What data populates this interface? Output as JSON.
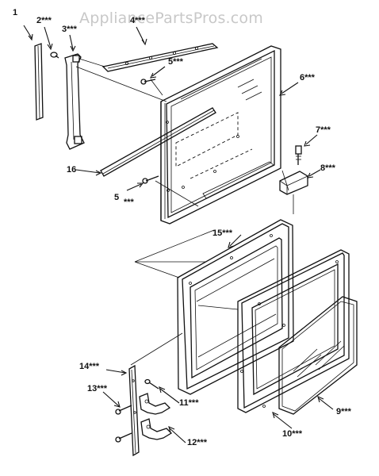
{
  "watermark": "AppliancePartsPros.com",
  "callouts": {
    "c1": "1",
    "c2": "2***",
    "c3": "3***",
    "c4": "4***",
    "c5a": "5***",
    "c5b_num": "5",
    "c5b_stars": "***",
    "c6": "6***",
    "c7": "7***",
    "c8": "8***",
    "c9": "9***",
    "c10": "10***",
    "c11": "11***",
    "c12": "12***",
    "c13": "13***",
    "c14": "14***",
    "c15": "15***",
    "c16": "16"
  }
}
